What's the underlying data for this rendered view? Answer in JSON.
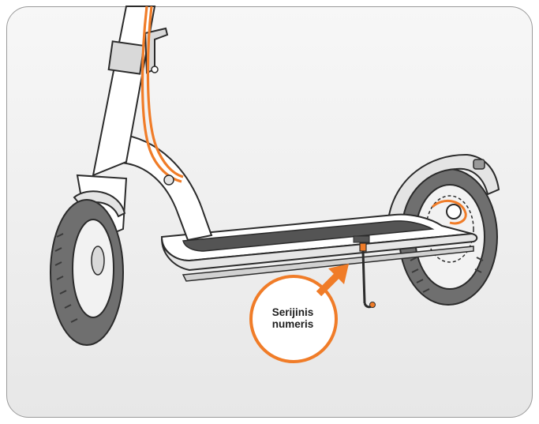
{
  "callout": {
    "line1": "Serijinis",
    "line2": "numeris"
  },
  "icons": {
    "scooter": "kick-scooter-illustration",
    "arrow": "arrow-up-right-icon"
  },
  "colors": {
    "accent": "#f07c28",
    "outline": "#2b2b2b",
    "body": "#ffffff",
    "deck": "#e6e6e6",
    "tire": "#6f6f6f",
    "background": "#efefef"
  }
}
